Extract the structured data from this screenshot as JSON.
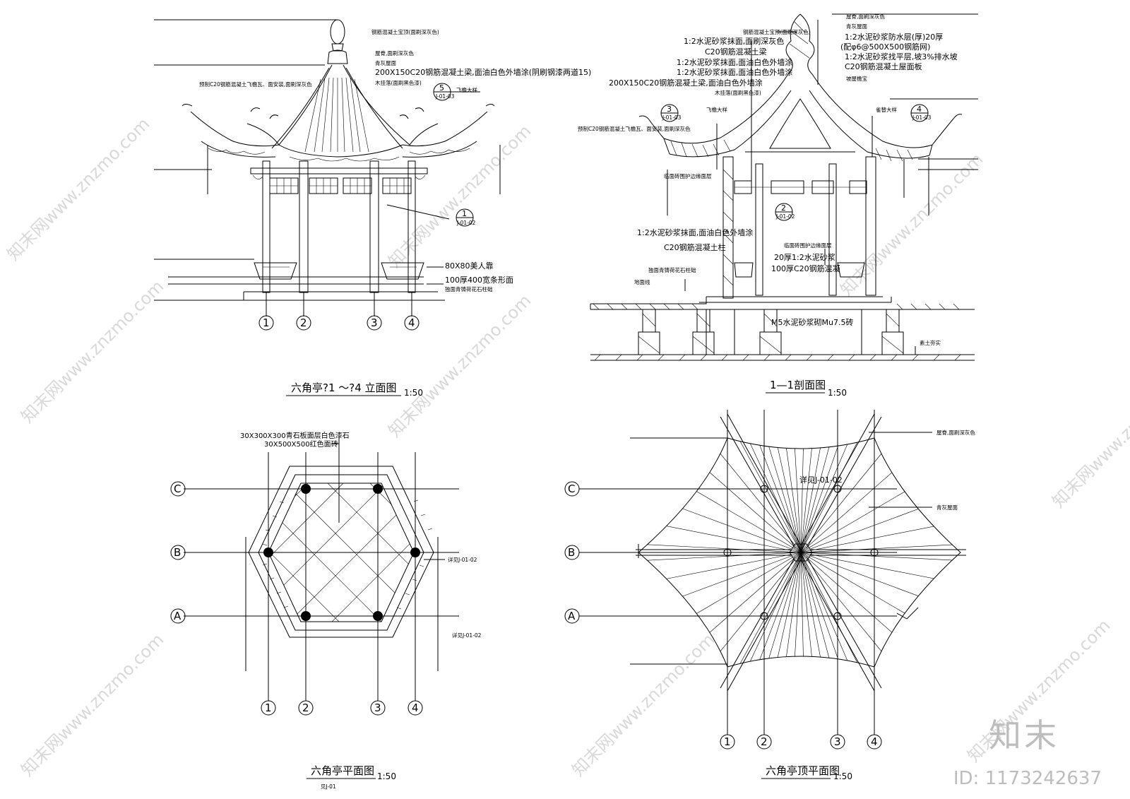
{
  "elevation": {
    "title": "六角亭?1 ～?4  立面图",
    "scale": "1:50",
    "axes": [
      "1",
      "2",
      "3",
      "4"
    ],
    "labels": {
      "finial": "钢筋混凝土宝顶(面刷深灰色)",
      "roof_a": "屋脊,面刷深灰色",
      "roof_b": "青灰屋面",
      "beam": "200X150C20钢筋混凝土梁,面油白色外墙涂(阴刷钢漆两道15)",
      "rafter": "木挂落(面刷黑色漆)",
      "gutter": "预制C20钢筋混凝土飞檐瓦、面安装,面刷深灰色",
      "eave": "飞檐大样",
      "seat": "80X80美人靠",
      "plinth": "100厚400宽条形面",
      "base": "独面青铸荷花石柱础"
    },
    "callout5": {
      "num": "5",
      "ref": "J-01-03"
    },
    "callout1": {
      "num": "1",
      "ref": "J-01-02"
    }
  },
  "section": {
    "title": "1—1剖面图",
    "scale": "1:50",
    "labels": {
      "finial": "钢筋混凝土宝顶(面刷深灰色)",
      "l1": "1:2水泥砂浆抹面,面刷深灰色",
      "l2": "C20钢筋混凝土梁",
      "l3": "1:2水泥砂浆抹面,面油白色外墙涂",
      "l4": "1:2水泥砂浆抹面,面油白色外墙涂",
      "l5": "200X150C20钢筋混凝土梁,面油白色外墙涂",
      "l6": "木挂落(面刷黑色漆)",
      "r1": "屋脊,面刷深灰色",
      "r2": "青灰屋面",
      "r3": "1:2水泥砂浆防水层(厚)20厚",
      "r4": "(配φ6@500X500钢筋网)",
      "r5": "1:2水泥砂浆找平层,坡3%排水坡",
      "r6": "C20钢筋混凝土屋面板",
      "r7": "坡屋檐宝",
      "gutter": "预制C20钢筋混凝土飞檐瓦、面安装,面刷深灰色",
      "wall": "1:2水泥砂浆抹面,面油白色外墙涂",
      "col": "C20钢筋混凝土柱",
      "base": "独面青铸荷花石柱础",
      "edge": "临面砖围护边缘面层",
      "f1": "临面砖围护边缘面层",
      "f2": "20厚1:2水泥砂浆",
      "f3": "100厚C20钢筋混凝",
      "found": "M5水泥砂浆砌Mu7.5砖",
      "soil": "素土夯实",
      "gl": "地面线"
    },
    "callout3": {
      "num": "3",
      "ref": "J-01-03"
    },
    "callout4": {
      "num": "4",
      "ref": "J-01-03"
    },
    "callout2": {
      "num": "2",
      "ref": "J-01-02"
    },
    "eave": "飞檐大样",
    "eave2": "雀替大样"
  },
  "plan": {
    "title": "六角亭平面图",
    "scale": "1:50",
    "sub": "见J-01",
    "rows": [
      "C",
      "B",
      "A"
    ],
    "axes": [
      "1",
      "2",
      "3",
      "4"
    ],
    "labels": {
      "paving1": "30X300X300青石板面层白色漆石",
      "paving2": "30X500X500红色面砖",
      "ref1": "详见J-01-02",
      "ref2": "详见J-01-02"
    }
  },
  "roof": {
    "title": "六角亭顶平面图",
    "scale": "1:50",
    "rows": [
      "C",
      "B",
      "A"
    ],
    "axes": [
      "1",
      "2",
      "3",
      "4"
    ],
    "labels": {
      "ridge": "屋脊,面刷深灰色",
      "ref": "详见J-01-02",
      "tile": "青灰屋面"
    }
  },
  "watermark": {
    "brand": "知末",
    "id": "ID: 1173242637",
    "site": "知末网www.znzmo.com"
  }
}
